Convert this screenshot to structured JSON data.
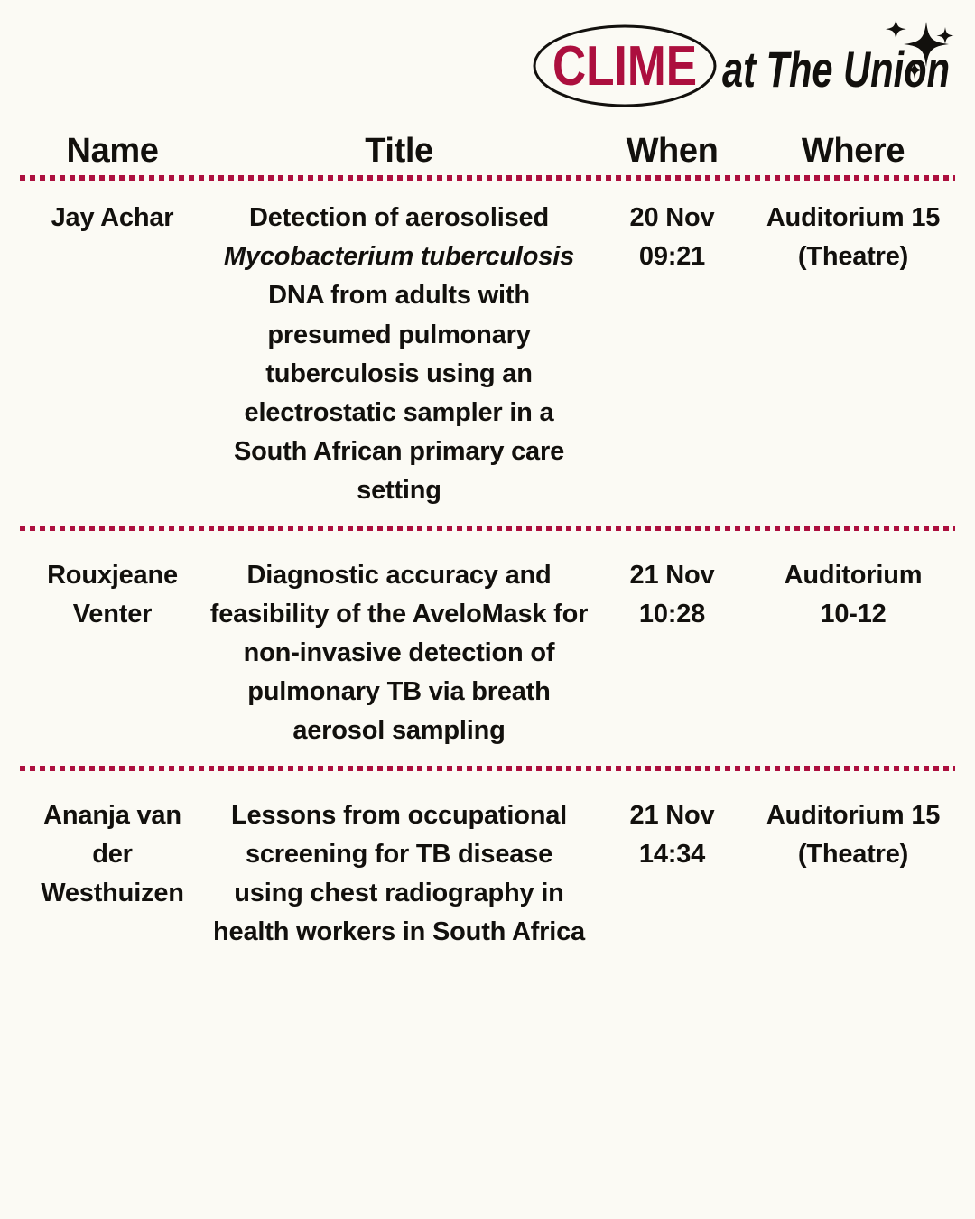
{
  "brand": {
    "logo_primary": "CLIME",
    "logo_secondary": "at The Union",
    "primary_color": "#ac0f3e",
    "ink_color": "#12100d",
    "background_color": "#fbfaf4",
    "sparkle_icon": "sparkle-icon"
  },
  "table": {
    "headers": {
      "name": "Name",
      "title": "Title",
      "when": "When",
      "where": "Where"
    },
    "rows": [
      {
        "name": "Jay Achar",
        "title_pre": "Detection of aerosolised ",
        "title_italic": "Mycobacterium tuberculosis",
        "title_post": " DNA from adults with presumed pulmonary tuberculosis using an electrostatic sampler in a South African primary care setting",
        "when": "20 Nov 09:21",
        "when_date": "20 Nov",
        "when_time": "09:21",
        "where": "Auditorium 15 (Theatre)",
        "where_line1": "Auditorium 15",
        "where_line2": "(Theatre)"
      },
      {
        "name": "Rouxjeane Venter",
        "title_pre": "Diagnostic accuracy and feasibility of the AveloMask for non-invasive detection of pulmonary TB via breath aerosol sampling",
        "title_italic": "",
        "title_post": "",
        "when": "21 Nov 10:28",
        "when_date": "21 Nov",
        "when_time": "10:28",
        "where": "Auditorium 10-12",
        "where_line1": "Auditorium",
        "where_line2": "10-12"
      },
      {
        "name": "Ananja van der Westhuizen",
        "title_pre": "Lessons from occupational screening for TB disease using chest radiography in health workers in South Africa",
        "title_italic": "",
        "title_post": "",
        "when": "21 Nov 14:34",
        "when_date": "21 Nov",
        "when_time": "14:34",
        "where": "Auditorium 15 (Theatre)",
        "where_line1": "Auditorium 15",
        "where_line2": "(Theatre)"
      }
    ]
  }
}
